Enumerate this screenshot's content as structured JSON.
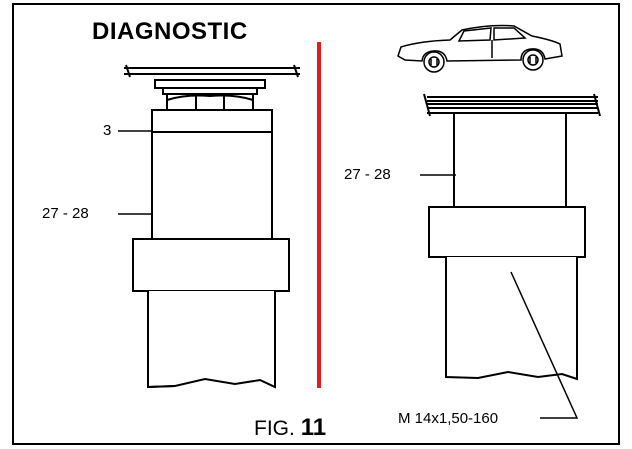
{
  "title": "DIAGNOSTIC",
  "left_dims": {
    "top_ring": "3",
    "body": "27 - 28"
  },
  "right_dims": {
    "body": "27 - 28",
    "thread": "M 14x1,50-160"
  },
  "figure": {
    "prefix": "FIG.",
    "number": "11"
  },
  "colors": {
    "divider": "#e31b1b",
    "ink": "#000000"
  },
  "icons": [
    "car-icon"
  ]
}
